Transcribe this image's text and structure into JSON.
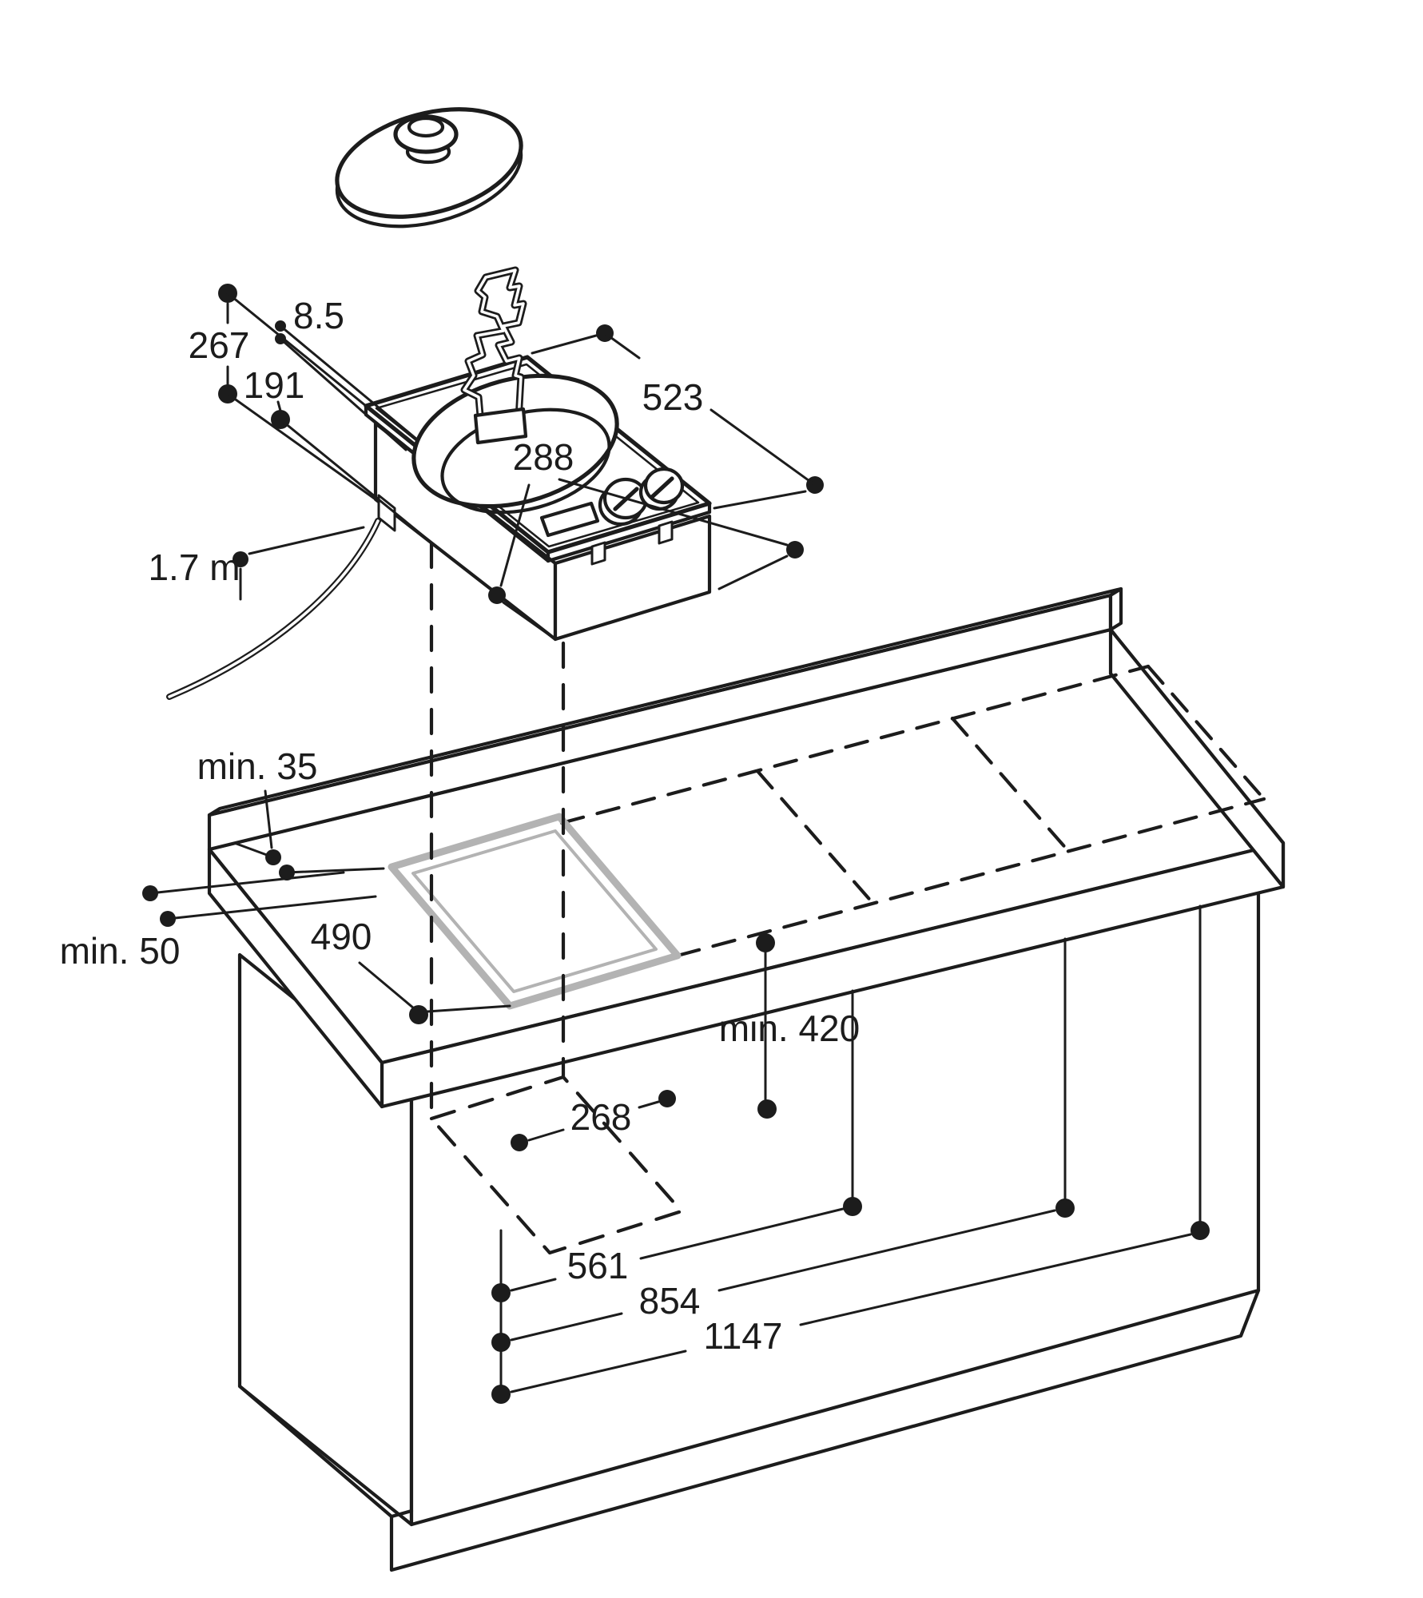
{
  "diagram": {
    "kind": "appliance installation drawing",
    "subject": "built-in steamer module with lid and wire rack above worktop cutout and base cabinet",
    "units_note": "mm",
    "colors": {
      "line": "#1c1c1c",
      "cutout_frame": "#b3b3b3",
      "tub_side_shade": "#ededed"
    },
    "dimensions": {
      "flange_above_worktop": "8.5",
      "total_height": "267",
      "depth_below_worktop": "191",
      "appliance_length": "523",
      "appliance_width": "288",
      "cable_length": "1.7 m",
      "rear_clearance": "min. 35",
      "front_clearance": "min. 50",
      "cutout_length": "490",
      "under_worktop_clearance": "min. 420",
      "cutout_width": "268",
      "centre_distance_two": "561",
      "centre_distance_three": "854",
      "centre_distance_four": "1147"
    }
  }
}
